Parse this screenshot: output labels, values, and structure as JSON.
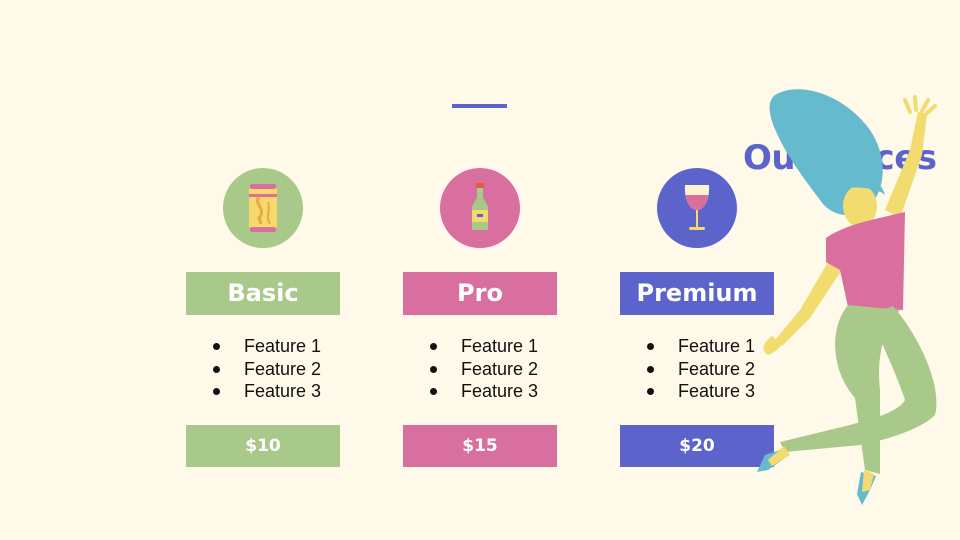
{
  "title": "Our Prices",
  "colors": {
    "background": "#fef9e9",
    "accent": "#5c64cc",
    "green": "#a8c98a",
    "pink": "#d96f9f"
  },
  "plans": [
    {
      "name": "Basic",
      "price": "$10",
      "icon": "soda-can-icon",
      "color": "#a8c98a",
      "features": [
        "Feature 1",
        "Feature 2",
        "Feature 3"
      ]
    },
    {
      "name": "Pro",
      "price": "$15",
      "icon": "bottle-icon",
      "color": "#d96f9f",
      "features": [
        "Feature 1",
        "Feature 2",
        "Feature 3"
      ]
    },
    {
      "name": "Premium",
      "price": "$20",
      "icon": "wine-glass-icon",
      "color": "#5c64cc",
      "features": [
        "Feature 1",
        "Feature 2",
        "Feature 3"
      ]
    }
  ],
  "illustration": "jumping-woman-illustration"
}
